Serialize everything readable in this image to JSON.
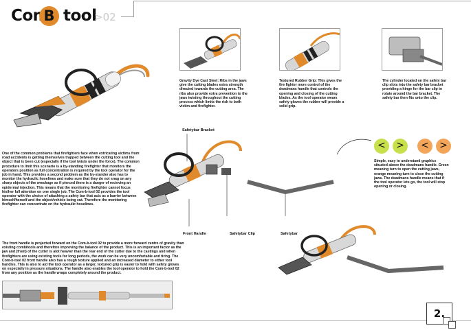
{
  "header": {
    "title_com": "Com",
    "title_b": "B",
    "title_tool": "tool",
    "title_number": ">02"
  },
  "page_number": "2.",
  "features": {
    "jaws": "Gravity Dye Cast Steel: Ribs in the jaws give the cutting blades extra strength directed towards the cutting area. The ribs also provide extra prevention to the jaws twisting throughout the cutting process which limits the risk to both victim and firefighter.",
    "grip": "Textured Rubber Grip: This gives the fire fighter more control of the deadmans handle that controls the opening and closing of the cutting blades. As the tool operator wears safety gloves the rubber will provide a solid grip.",
    "clip": "The cylinder located on the safety bar clip slots into the safety bar bracket providing a hinge for the bar clip to rotate around the bar bracket. The safety bar then fits onto the clip."
  },
  "safety_text": "One of the common problems that firefighters face when extricating victims from road accidents is getting themselves trapped between the cutting tool and the object that is been cut (especially if the tool twists under the force). The common procedure to limit this scenario is a by-standing firefighter that monitors the operators position as full concentration is required by the tool operator for the job in hand. This provides a second problem as the by-stander also has to monitor the hydraulic hoselines and make sure that they do not snag on any sharp objects of the wreckage as if pierced there is a danger of recieving an epidermal injection. This means that the monitoring firefighter cannot focus his/her full attention on one single job. The Com-b-tool 02 provides the tool operator with the choice of attaching a safety bar that acts as a barrier between himself/herself and the object/vehicle being cut. Therefore the monitoring firefighter can concentrate on the hydraulic hoselines.",
  "labels": {
    "safetybar_bracket": "Safetybar Bracket",
    "front_handle": "Front Handle",
    "safetybar_clip": "Safetybar Clip",
    "safetybar": "Safetybar"
  },
  "nav_buttons": [
    {
      "glyph": "<",
      "color": "green"
    },
    {
      "glyph": ">",
      "color": "green"
    },
    {
      "glyph": "<",
      "color": "orange"
    },
    {
      "glyph": ">",
      "color": "orange"
    }
  ],
  "graphics_text": "Simple, easy to understand graphics situated above the deadmans handle. Green meaning turn to open the cutting jaws, orange meaning turn to close the cutting jaws. The deadmans handle means that if the tool operator lets go, the tool will stop opening or closing.",
  "front_handle_text": "The front handle is projected forward on the Com-b-tool 02 to provide a more forward centre of gravity than existing combitools and therefore improving the balance of the product. This is an important factor as the jaw and (front) of the cutter is alot heavier than the rear end of the cutter due to the castings and when firefighters are using existing tools for long periods, the work can be very uncomfortable and tiring. The Com-b-tool 02 front handle also has a rough texture applied and an increased diameter to either tool handles. This is also to aid the tool operator as a larger, textured grip is easier to hold with safety gloves on especially in pressure situations. The handle also enables the tool operator to hold the Com-b-tool 02 from any position as the handle wraps completely around the product.",
  "colors": {
    "accent_orange": "#e08a2c",
    "button_green": "#c8e04c",
    "button_orange": "#f3a55a",
    "frame_grey": "#9a9a9a"
  }
}
